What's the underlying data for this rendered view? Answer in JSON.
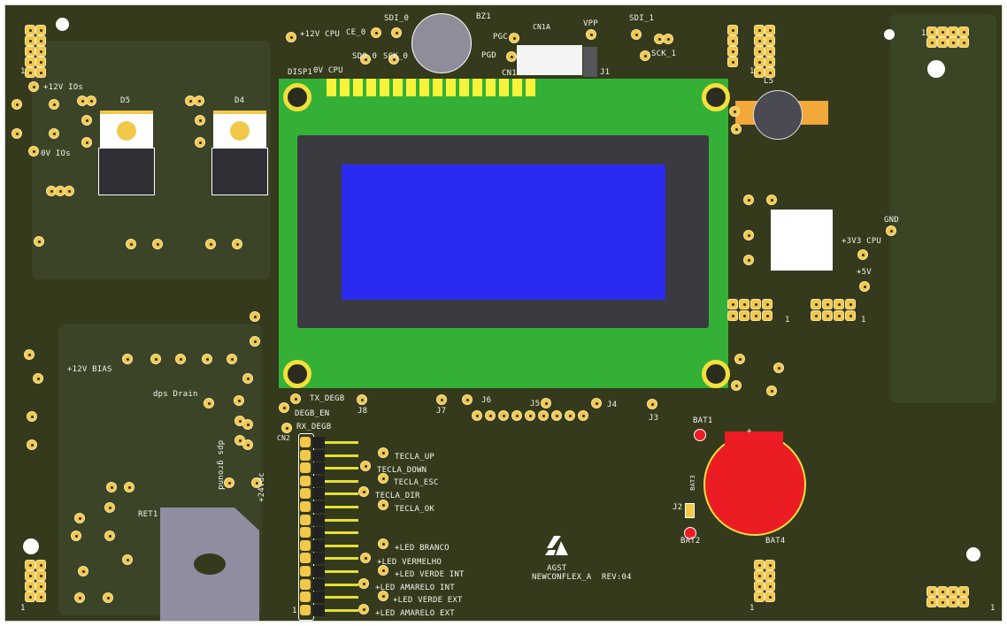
{
  "board": {
    "name": "NEWCONFLEX_A",
    "revision": "REV:04",
    "logo_text": "AGST",
    "colors": {
      "pcb": "#343a1b",
      "lcd_pcb": "#35b036",
      "lcd_screen": "#2a2af0",
      "pad": "#f2c84b",
      "battery": "#ec1c24"
    }
  },
  "labels": {
    "p12v_cpu": "+12V CPU",
    "ce_0": "CE_0",
    "sdi_0": "SDI_0",
    "bz1": "BZ1",
    "cn1a": "CN1A",
    "vpp": "VPP",
    "sdi_1": "SDI_1",
    "pgc": "PGC",
    "pgd": "PGD",
    "sdo_0": "SDO_0",
    "sck_0": "SCK_0",
    "sck_1": "SCK_1",
    "disp1": "DISP1",
    "ov_cpu": "0V CPU",
    "cn1": "CN1",
    "j1": "J1",
    "p12v_ios": "+12V IOs",
    "ov_ios": "0V IOs",
    "d5": "D5",
    "d4": "D4",
    "l5": "L5",
    "gnd": "GND",
    "p3v3_cpu": "+3V3 CPU",
    "p5v": "+5V",
    "p12v_bias": "+12V BIAS",
    "dps_drain": "dps Drain",
    "tx_degb": "TX_DEGB",
    "degb_en": "DEGB_EN",
    "rx_degb": "RX_DEGB",
    "cn2": "CN2",
    "j8": "J8",
    "j7": "J7",
    "j6": "J6",
    "j5": "J5",
    "j4": "J4",
    "j3": "J3",
    "bat1": "BAT1",
    "bat2": "BAT2",
    "bat3": "BAT3",
    "bat4": "BAT4",
    "j2": "J2",
    "dps_ground": "dps ground",
    "p24vdc": "+24Vdc",
    "ret1": "RET1",
    "tecla_up": "TECLA_UP",
    "tecla_down": "TECLA_DOWN",
    "tecla_esc": "TECLA_ESC",
    "tecla_dir": "TECLA_DIR",
    "tecla_ok": "TECLA_OK",
    "led_branco": "+LED BRANCO",
    "led_vermelho": "+LED VERMELHO",
    "led_verde_int": "+LED VERDE INT",
    "led_amarelo_int": "+LED AMARELO INT",
    "led_verde_ext": "+LED VERDE EXT",
    "led_amarelo_ext": "+LED AMARELO EXT",
    "pin1": "1",
    "plus": "+"
  }
}
